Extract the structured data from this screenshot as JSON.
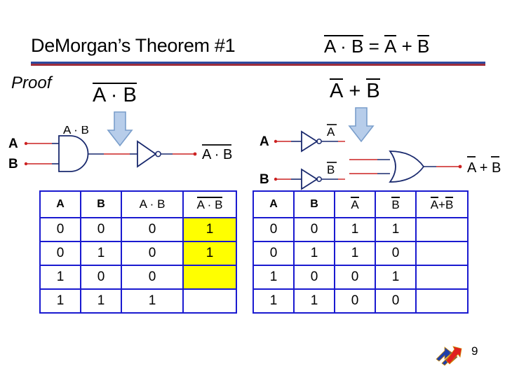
{
  "slide": {
    "title": "DeMorgan’s Theorem #1",
    "title_formula": {
      "lhs_overline": "A · B",
      "equals": "=",
      "rhs_first_overline": "A",
      "plus": "+",
      "rhs_second_overline": "B"
    },
    "proof_label": "Proof",
    "page_number": "9",
    "rule_colors": {
      "top": "#2e4a9e",
      "bottom": "#9e2e3c"
    },
    "highlight_color": "#ffff00",
    "table_border_color": "#1a1ad0",
    "wire_color": "#1a2a6e",
    "signal_color": "#cc2222",
    "arrow_fill": "#b7cdea",
    "arrow_stroke": "#7a9ecb"
  },
  "left_section": {
    "expression": {
      "overline": "A · B"
    },
    "arrow": "down-arrow",
    "circuit": {
      "inputs": [
        "A",
        "B"
      ],
      "gates": [
        "and-gate",
        "not-gate"
      ],
      "intermediate_label": "A · B",
      "output_label_overline": "A · B"
    },
    "table": {
      "headers": [
        {
          "text": "A",
          "overline": false
        },
        {
          "text": "B",
          "overline": false
        },
        {
          "text": "A · B",
          "overline": false
        },
        {
          "text": "A · B",
          "overline": true
        }
      ],
      "rows": [
        [
          {
            "value": "0",
            "highlight": false
          },
          {
            "value": "0",
            "highlight": false
          },
          {
            "value": "0",
            "highlight": false
          },
          {
            "value": "1",
            "highlight": true
          }
        ],
        [
          {
            "value": "0",
            "highlight": false
          },
          {
            "value": "1",
            "highlight": false
          },
          {
            "value": "0",
            "highlight": false
          },
          {
            "value": "1",
            "highlight": true
          }
        ],
        [
          {
            "value": "1",
            "highlight": false
          },
          {
            "value": "0",
            "highlight": false
          },
          {
            "value": "0",
            "highlight": false
          },
          {
            "value": "",
            "highlight": true
          }
        ],
        [
          {
            "value": "1",
            "highlight": false
          },
          {
            "value": "1",
            "highlight": false
          },
          {
            "value": "1",
            "highlight": false
          },
          {
            "value": "",
            "highlight": false
          }
        ]
      ]
    }
  },
  "right_section": {
    "expression": {
      "first_overline": "A",
      "plus": "+",
      "second_overline": "B"
    },
    "arrow": "down-arrow",
    "circuit": {
      "inputs": [
        "A",
        "B"
      ],
      "gates": [
        "not-gate",
        "not-gate",
        "or-gate"
      ],
      "intermediate_label_a_overline": "A",
      "intermediate_label_b_overline": "B",
      "output_first_overline": "A",
      "output_plus": "+",
      "output_second_overline": "B"
    },
    "table": {
      "headers": [
        {
          "text": "A",
          "overline": false
        },
        {
          "text": "B",
          "overline": false
        },
        {
          "text": "A",
          "overline": true
        },
        {
          "text": "B",
          "overline": true
        },
        {
          "text": "A + B",
          "overline": "split"
        }
      ],
      "rows": [
        [
          {
            "value": "0",
            "highlight": false
          },
          {
            "value": "0",
            "highlight": false
          },
          {
            "value": "1",
            "highlight": false
          },
          {
            "value": "1",
            "highlight": false
          },
          {
            "value": "",
            "highlight": false
          }
        ],
        [
          {
            "value": "0",
            "highlight": false
          },
          {
            "value": "1",
            "highlight": false
          },
          {
            "value": "1",
            "highlight": false
          },
          {
            "value": "0",
            "highlight": false
          },
          {
            "value": "",
            "highlight": false
          }
        ],
        [
          {
            "value": "1",
            "highlight": false
          },
          {
            "value": "0",
            "highlight": false
          },
          {
            "value": "0",
            "highlight": false
          },
          {
            "value": "1",
            "highlight": false
          },
          {
            "value": "",
            "highlight": false
          }
        ],
        [
          {
            "value": "1",
            "highlight": false
          },
          {
            "value": "1",
            "highlight": false
          },
          {
            "value": "0",
            "highlight": false
          },
          {
            "value": "0",
            "highlight": false
          },
          {
            "value": "",
            "highlight": false
          }
        ]
      ]
    }
  }
}
